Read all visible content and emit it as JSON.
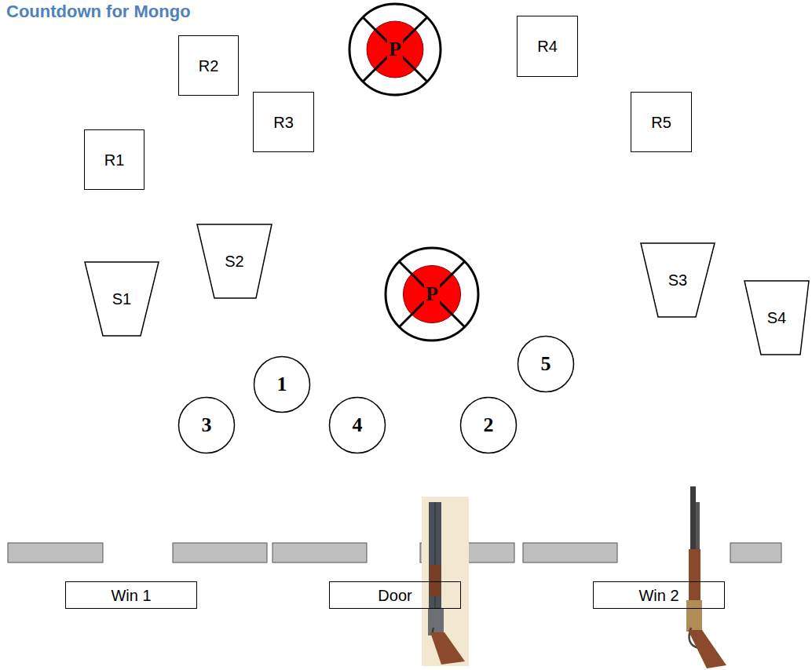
{
  "diagram": {
    "title": "Countdown for Mongo",
    "nodes": [
      {
        "text": [
          "R2"
        ]
      },
      {
        "text": [
          "P"
        ]
      },
      {
        "text": [
          "R4"
        ]
      },
      {
        "text": [
          "R3"
        ]
      },
      {
        "text": [
          "R5"
        ]
      },
      {
        "text": [
          "R1"
        ]
      },
      {
        "text": [
          "S2"
        ]
      },
      {
        "text": [
          "S1"
        ]
      },
      {
        "text": [
          "P"
        ]
      },
      {
        "text": [
          "S3"
        ]
      },
      {
        "text": [
          "S4"
        ]
      },
      {
        "text": [
          "5"
        ]
      },
      {
        "text": [
          "1"
        ]
      },
      {
        "text": [
          "3"
        ]
      },
      {
        "text": [
          "4"
        ]
      },
      {
        "text": [
          "2"
        ]
      },
      {
        "text": [
          "Win 1"
        ]
      },
      {
        "text": [
          "Door"
        ]
      },
      {
        "text": [
          "Win 2"
        ]
      }
    ]
  }
}
